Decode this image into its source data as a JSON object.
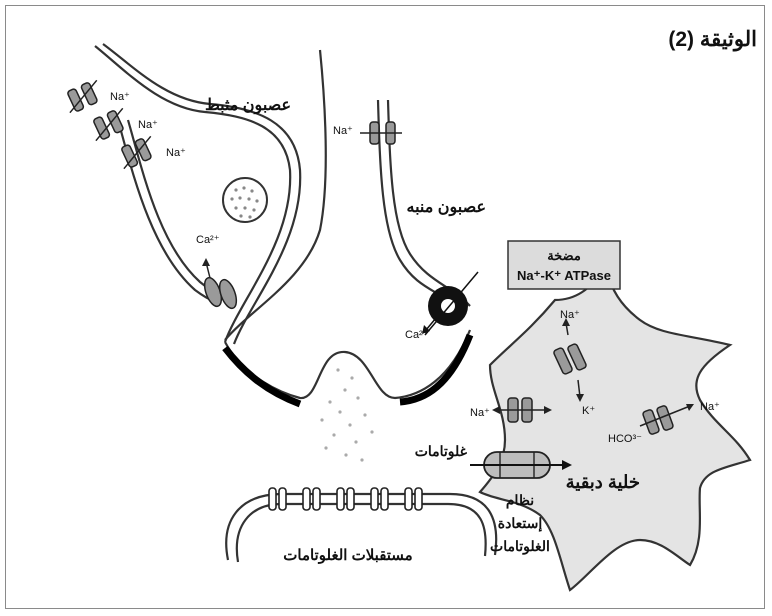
{
  "document_title": "الوثيقة (2)",
  "labels": {
    "inhibitory_neuron": "عصبون مثبط",
    "excitatory_neuron": "عصبون منبه",
    "pump_title": "مضخة",
    "pump_name": "Na⁺-K⁺ ATPase",
    "glutamate": "غلوتامات",
    "glial_cell": "خلية دبقية",
    "reuptake_line1": "نظام",
    "reuptake_line2": "إستعادة",
    "reuptake_line3": "الغلوتامات",
    "glutamate_receptors": "مستقبلات الغلوتامات"
  },
  "ions": {
    "na": "Na⁺",
    "k": "K⁺",
    "ca": "Ca²⁺",
    "hco3": "HCO³⁻"
  },
  "colors": {
    "line": "#333333",
    "glia_fill": "#e4e4e4",
    "channel_fill": "#9a9a9a",
    "box_fill": "#dcdcdc"
  }
}
